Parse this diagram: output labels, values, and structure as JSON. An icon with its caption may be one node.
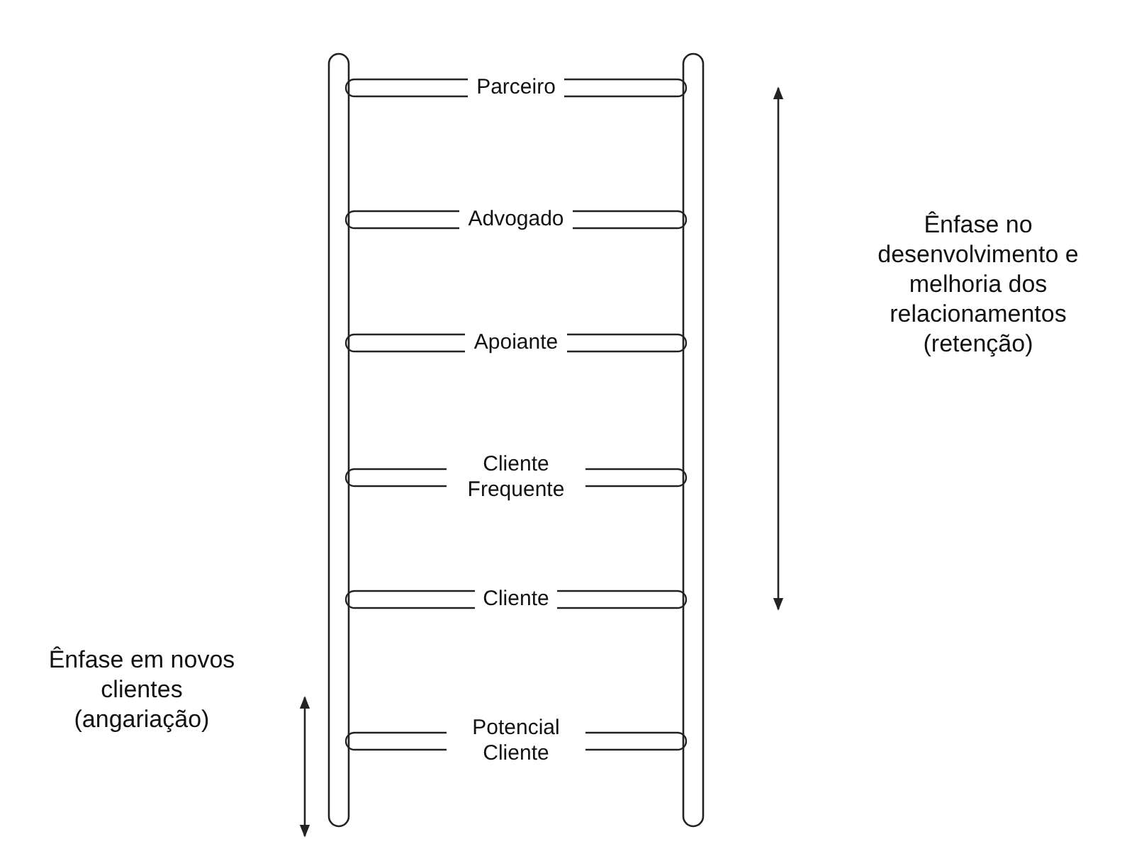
{
  "diagram": {
    "nodes": [
      {
        "text": [
          "Parceiro"
        ]
      },
      {
        "text": [
          "Advogado"
        ]
      },
      {
        "text": [
          "Apoiante"
        ]
      },
      {
        "text": [
          "Cliente Frequente"
        ]
      },
      {
        "text": [
          "Cliente"
        ]
      },
      {
        "text": [
          "Potencial Cliente"
        ]
      }
    ],
    "labels": [
      "Ênfase no desenvolvimento e melhoria dos relacionamentos (retenção)",
      "Ênfase em novos clientes (angariação)"
    ]
  }
}
